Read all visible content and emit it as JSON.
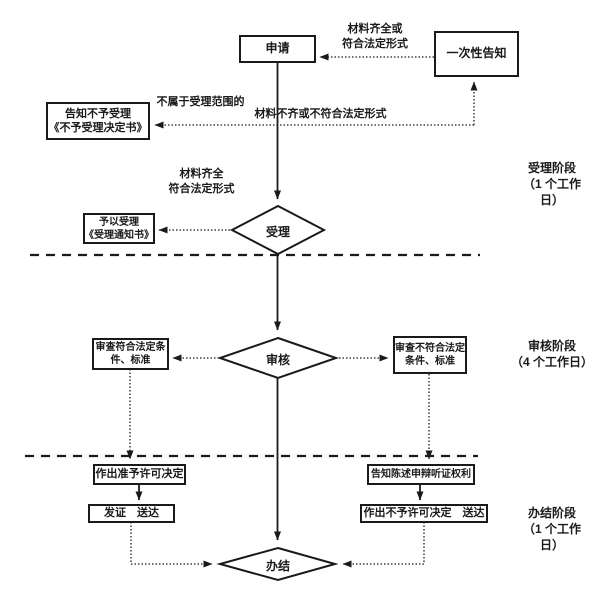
{
  "flow": {
    "nodes": {
      "apply": {
        "label": "申请"
      },
      "one_time_notice": {
        "label": "一次性告知"
      },
      "reject_notice": {
        "line1": "告知不予受理",
        "line2": "《不予受理决定书》"
      },
      "accept_notice": {
        "line1": "予以受理",
        "line2": "《受理通知书》"
      },
      "review_pass": {
        "line1": "审查符合法定条",
        "line2": "件、标准"
      },
      "review_fail": {
        "line1": "审查不符合法定",
        "line2": "条件、标准"
      },
      "grant_decision": {
        "label": "作出准予许可决定"
      },
      "issue_deliver": {
        "label": "发证　送达"
      },
      "inform_rights": {
        "label": "告知陈述申辩听证权利"
      },
      "deny_decision": {
        "label": "作出不予许可决定　送达"
      }
    },
    "diamonds": {
      "shouli": {
        "label": "受理"
      },
      "shenhe": {
        "label": "审核"
      },
      "banjie": {
        "label": "办结"
      }
    },
    "edge_labels": {
      "complete_or_legal": {
        "line1": "材料齐全或",
        "line2": "符合法定形式"
      },
      "not_in_scope": {
        "text": "不属于受理范围的"
      },
      "incomplete_or_illegal": {
        "text": "材料不齐或不符合法定形式"
      },
      "complete_legal": {
        "line1": "材料齐全",
        "line2": "符合法定形式"
      }
    },
    "stages": [
      {
        "line1": "受理阶段",
        "line2": "（1 个工作",
        "line3": "日）"
      },
      {
        "line1": "审核阶段",
        "line2": "（4 个工作日）"
      },
      {
        "line1": "办结阶段",
        "line2": "（1 个工作",
        "line3": "日）"
      }
    ],
    "colors": {
      "line": "#1a1a1a",
      "background": "#ffffff"
    }
  }
}
